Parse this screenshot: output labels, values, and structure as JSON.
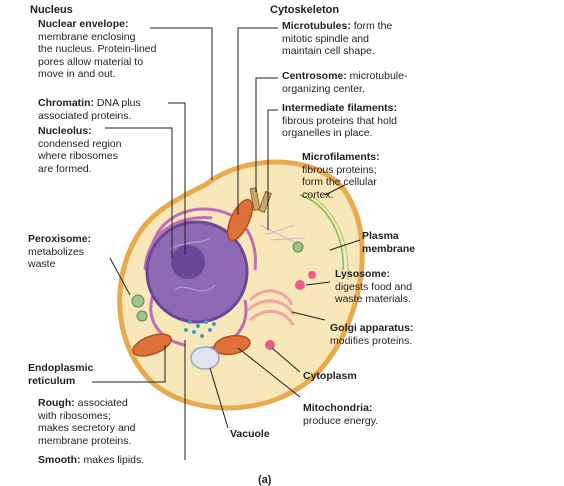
{
  "nucleus": {
    "title": "Nucleus",
    "envelope_head": "Nuclear envelope:",
    "envelope_body": "membrane enclosing\nthe nucleus. Protein-lined\npores allow material to\nmove in and out.",
    "chromatin_head": "Chromatin:",
    "chromatin_body": " DNA plus\nassociated proteins.",
    "nucleolus_head": "Nucleolus:",
    "nucleolus_body": "condensed region\nwhere ribosomes\nare formed."
  },
  "cytoskeleton": {
    "title": "Cytoskeleton",
    "microtubules_head": "Microtubules:",
    "microtubules_body": " form the\nmitotic spindle and\nmaintain cell shape.",
    "centrosome_head": "Centrosome:",
    "centrosome_body": " microtubule-\norganizing center.",
    "intermediate_head": "Intermediate filaments:",
    "intermediate_body": "fibrous proteins that hold\norganelles in place.",
    "microfilaments_head": "Microfilaments:",
    "microfilaments_body": "fibrous proteins;\nform the cellular\ncortex."
  },
  "peroxisome": {
    "head": "Peroxisome:",
    "body": "metabolizes\nwaste"
  },
  "plasma_membrane": {
    "head": "Plasma\nmembrane"
  },
  "lysosome": {
    "head": "Lysosome:",
    "body": "digests food and\nwaste materials."
  },
  "golgi": {
    "head": "Golgi apparatus:",
    "body": "modifies proteins."
  },
  "cytoplasm": {
    "head": "Cytoplasm"
  },
  "mitochondria": {
    "head": "Mitochondria:",
    "body": "produce energy."
  },
  "vacuole": {
    "head": "Vacuole"
  },
  "er": {
    "title": "Endoplasmic\nreticulum",
    "rough_head": "Rough:",
    "rough_body": " associated\nwith ribosomes;\nmakes secretory and\nmembrane proteins.",
    "smooth_head": "Smooth:",
    "smooth_body": " makes lipids."
  },
  "caption": "(a)",
  "colors": {
    "cytoplasm_fill": "#f8e7b8",
    "membrane": "#e8a94f",
    "nucleus_fill": "#8e69b4",
    "nucleolus": "#6a4797",
    "rough_er": "#c06cb6",
    "golgi": "#f0a4a4",
    "mitochondria": "#e0703a",
    "microfilament": "#7fbf5a",
    "leader": "#231f20"
  }
}
